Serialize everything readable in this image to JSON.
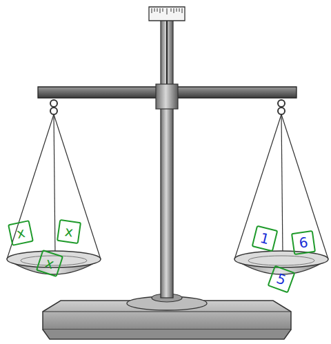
{
  "diagram": {
    "nodes": [
      {
        "text": [
          "x"
        ]
      },
      {
        "text": [
          "x"
        ]
      },
      {
        "text": [
          "x"
        ]
      },
      {
        "text": [
          "1"
        ]
      },
      {
        "text": [
          "6"
        ]
      },
      {
        "text": [
          "5"
        ]
      }
    ]
  }
}
